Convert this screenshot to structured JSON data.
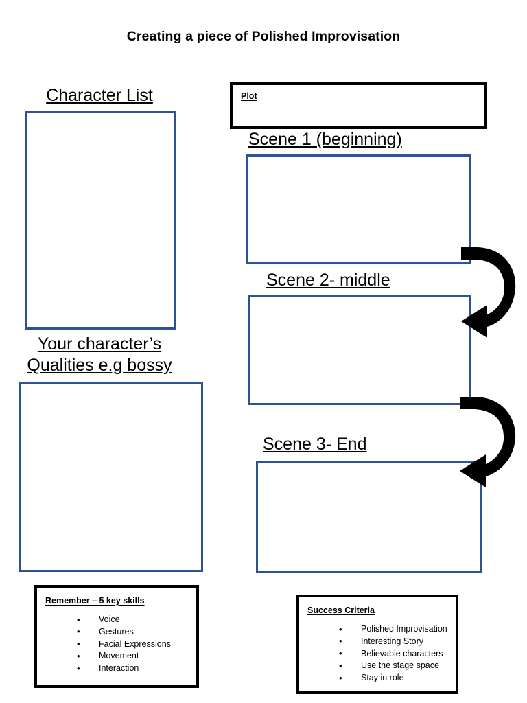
{
  "document": {
    "title": "Creating a piece of Polished Improvisation"
  },
  "left_column": {
    "character_list": {
      "heading": "Character List",
      "box_placeholder": ""
    },
    "qualities": {
      "heading_line1": "Your character’s",
      "heading_line2": "Qualities e.g bossy",
      "box_placeholder": ""
    },
    "remember_box": {
      "title": "Remember – 5 key skills",
      "items": [
        "Voice",
        "Gestures",
        "Facial Expressions",
        "Movement",
        "Interaction"
      ]
    }
  },
  "right_column": {
    "plot": {
      "title": "Plot",
      "box_placeholder": ""
    },
    "scenes": [
      {
        "heading": "Scene 1 (beginning)",
        "box_placeholder": ""
      },
      {
        "heading": "Scene 2- middle",
        "box_placeholder": ""
      },
      {
        "heading": "Scene 3- End",
        "box_placeholder": ""
      }
    ],
    "success_criteria": {
      "title": "Success Criteria",
      "items": [
        "Polished Improvisation",
        "Interesting Story",
        "Believable characters",
        "Use the stage space",
        "Stay in role"
      ]
    }
  },
  "colors": {
    "box_blue": "#2E5395",
    "box_black": "#000000",
    "arrow_black": "#000000",
    "page_background": "#FFFFFF"
  },
  "icons": {
    "flow_arrow": "curved-arrow-icon"
  }
}
